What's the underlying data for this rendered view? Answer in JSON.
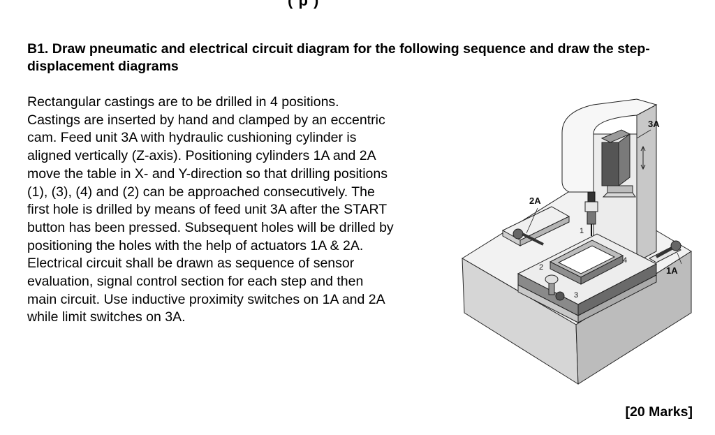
{
  "header": {
    "cut_heading": "(   p              )"
  },
  "question": {
    "title": "B1. Draw pneumatic and electrical circuit diagram for the following sequence and draw the step-displacement diagrams",
    "body_lines": [
      "Rectangular castings are to be drilled in 4 positions.",
      "Castings are inserted by hand and clamped by an eccentric",
      "cam. Feed unit 3A with hydraulic cushioning cylinder is",
      "aligned vertically (Z-axis). Positioning cylinders 1A and 2A",
      "move the table in X- and Y-direction so that drilling positions",
      "(1), (3), (4) and (2) can be approached consecutively. The",
      "first hole is drilled by means of feed unit 3A after the START",
      "button has been pressed. Subsequent holes will be drilled by",
      "positioning the holes with the help of actuators 1A & 2A.",
      "Electrical circuit shall be drawn as sequence of sensor",
      "evaluation, signal control section for each step and then",
      "main circuit. Use inductive proximity switches on 1A and 2A",
      "while limit switches on 3A."
    ]
  },
  "figure": {
    "labels": {
      "feed_unit": "3A",
      "cylinder_y": "2A",
      "cylinder_x": "1A",
      "pos1": "1",
      "pos2": "2",
      "pos3": "3",
      "pos4": "4"
    }
  },
  "footer": {
    "marks": "[20 Marks]"
  }
}
